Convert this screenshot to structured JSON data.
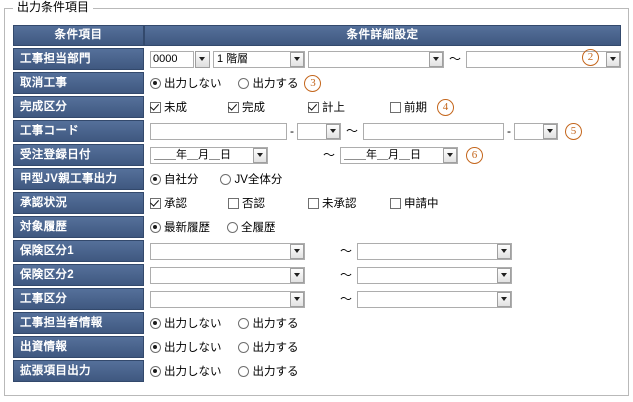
{
  "panel": {
    "legend": "出力条件項目"
  },
  "table": {
    "headers": {
      "item": "条件項目",
      "detail": "条件詳細設定"
    }
  },
  "rows": {
    "dept": {
      "label": "工事担当部門",
      "code_value": "0000",
      "level_value": "1 階層",
      "from_value": "",
      "to_value": "",
      "separator": "～",
      "step": "2"
    },
    "cancel_work": {
      "label": "取消工事",
      "options": [
        {
          "label": "出力しない",
          "selected": true
        },
        {
          "label": "出力する",
          "selected": false
        }
      ],
      "step": "3"
    },
    "completion": {
      "label": "完成区分",
      "options": [
        {
          "label": "未成",
          "checked": true
        },
        {
          "label": "完成",
          "checked": true
        },
        {
          "label": "計上",
          "checked": true
        },
        {
          "label": "前期",
          "checked": false
        }
      ],
      "step": "4"
    },
    "work_code": {
      "label": "工事コード",
      "from_value": "",
      "from_sub_value": "",
      "to_value": "",
      "to_sub_value": "",
      "dash": "-",
      "separator": "～",
      "step": "5"
    },
    "order_date": {
      "label": "受注登録日付",
      "from_value": "＿＿年＿月＿日",
      "to_value": "＿＿年＿月＿日",
      "separator": "～",
      "step": "6"
    },
    "jv_parent": {
      "label": "甲型JV親工事出力",
      "options": [
        {
          "label": "自社分",
          "selected": true
        },
        {
          "label": "JV全体分",
          "selected": false
        }
      ]
    },
    "approval": {
      "label": "承認状況",
      "options": [
        {
          "label": "承認",
          "checked": true
        },
        {
          "label": "否認",
          "checked": false
        },
        {
          "label": "未承認",
          "checked": false
        },
        {
          "label": "申請中",
          "checked": false
        }
      ]
    },
    "history": {
      "label": "対象履歴",
      "options": [
        {
          "label": "最新履歴",
          "selected": true
        },
        {
          "label": "全履歴",
          "selected": false
        }
      ]
    },
    "insurance1": {
      "label": "保険区分1",
      "from_value": "",
      "to_value": "",
      "separator": "～"
    },
    "insurance2": {
      "label": "保険区分2",
      "from_value": "",
      "to_value": "",
      "separator": "～"
    },
    "work_class": {
      "label": "工事区分",
      "from_value": "",
      "to_value": "",
      "separator": "～"
    },
    "staff_info": {
      "label": "工事担当者情報",
      "options": [
        {
          "label": "出力しない",
          "selected": true
        },
        {
          "label": "出力する",
          "selected": false
        }
      ]
    },
    "investment_info": {
      "label": "出資情報",
      "options": [
        {
          "label": "出力しない",
          "selected": true
        },
        {
          "label": "出力する",
          "selected": false
        }
      ]
    },
    "extended_items": {
      "label": "拡張項目出力",
      "options": [
        {
          "label": "出力しない",
          "selected": true
        },
        {
          "label": "出力する",
          "selected": false
        }
      ]
    }
  },
  "colors": {
    "header_blue": "#47618a",
    "step_orange": "#c4661c",
    "panel_border": "#b9b9b9"
  }
}
